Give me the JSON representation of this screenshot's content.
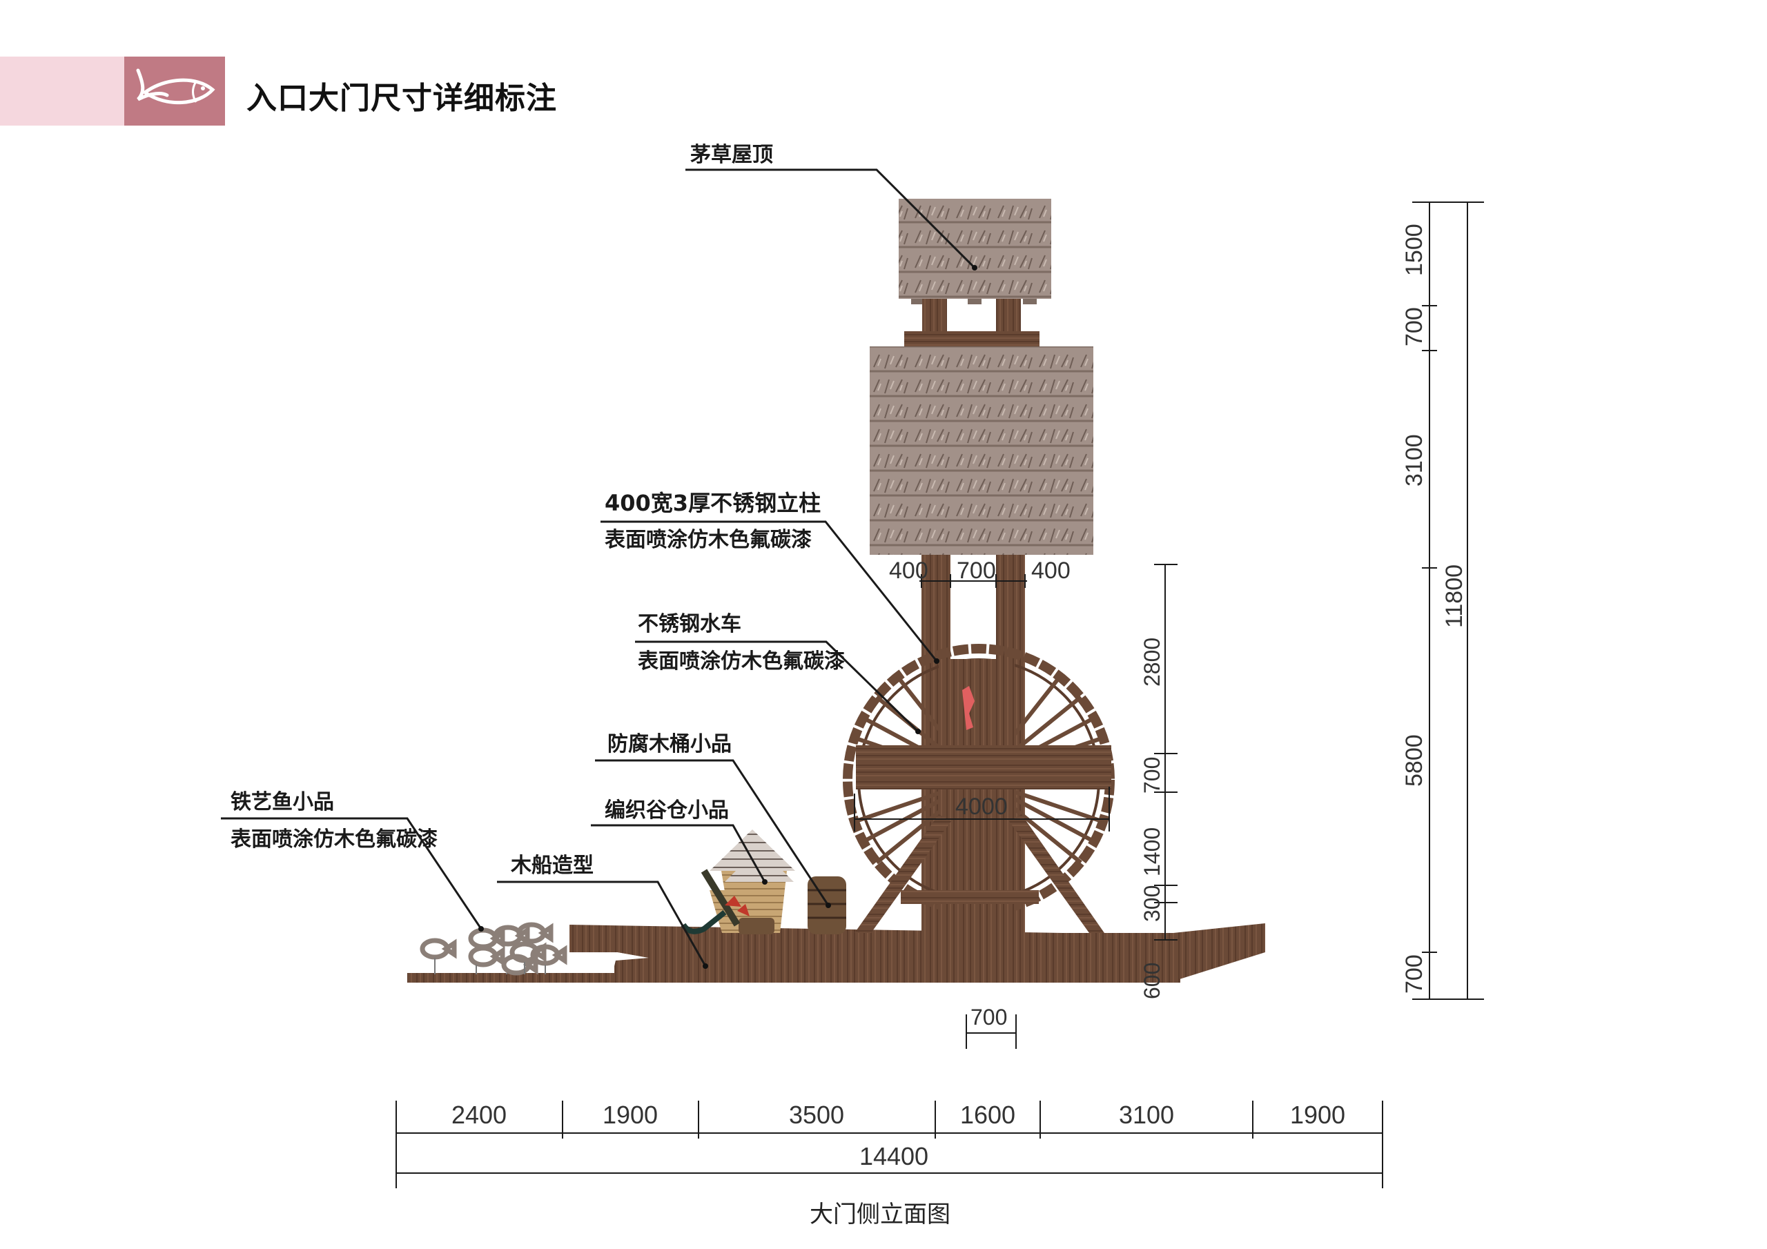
{
  "header": {
    "title": "入口大门尺寸详细标注",
    "logo_icon": "fish-icon",
    "colors": {
      "band": "#f5d7de",
      "logo_bg": "#c07a84",
      "logo_fg": "#ffffff"
    }
  },
  "drawing": {
    "caption": "大门侧立面图",
    "annotations": {
      "roof": "茅草屋顶",
      "column_l1": "400宽3厚不锈钢立柱",
      "column_l2": "表面喷涂仿木色氟碳漆",
      "wheel_l1": "不锈钢水车",
      "wheel_l2": "表面喷涂仿木色氟碳漆",
      "barrel": "防腐木桶小品",
      "granary": "编织谷仓小品",
      "boat": "木船造型",
      "fish_l1": "铁艺鱼小品",
      "fish_l2": "表面喷涂仿木色氟碳漆"
    },
    "dims": {
      "column_widths": [
        "400",
        "700",
        "400"
      ],
      "wheel_diameter": "4000",
      "post_base_width": "700",
      "mid_vertical": [
        "2800",
        "700",
        "1400",
        "300",
        "600"
      ],
      "right_vertical": [
        "1500",
        "700",
        "3100",
        "5800",
        "700"
      ],
      "right_total": "11800",
      "bottom_segments": [
        "2400",
        "1900",
        "3500",
        "1600",
        "3100",
        "1900"
      ],
      "bottom_total": "14400"
    },
    "colors": {
      "wood": "#6b4a37",
      "wood_dark": "#4e3426",
      "thatch": "#9b8a80",
      "line": "#1a1a1a"
    }
  }
}
